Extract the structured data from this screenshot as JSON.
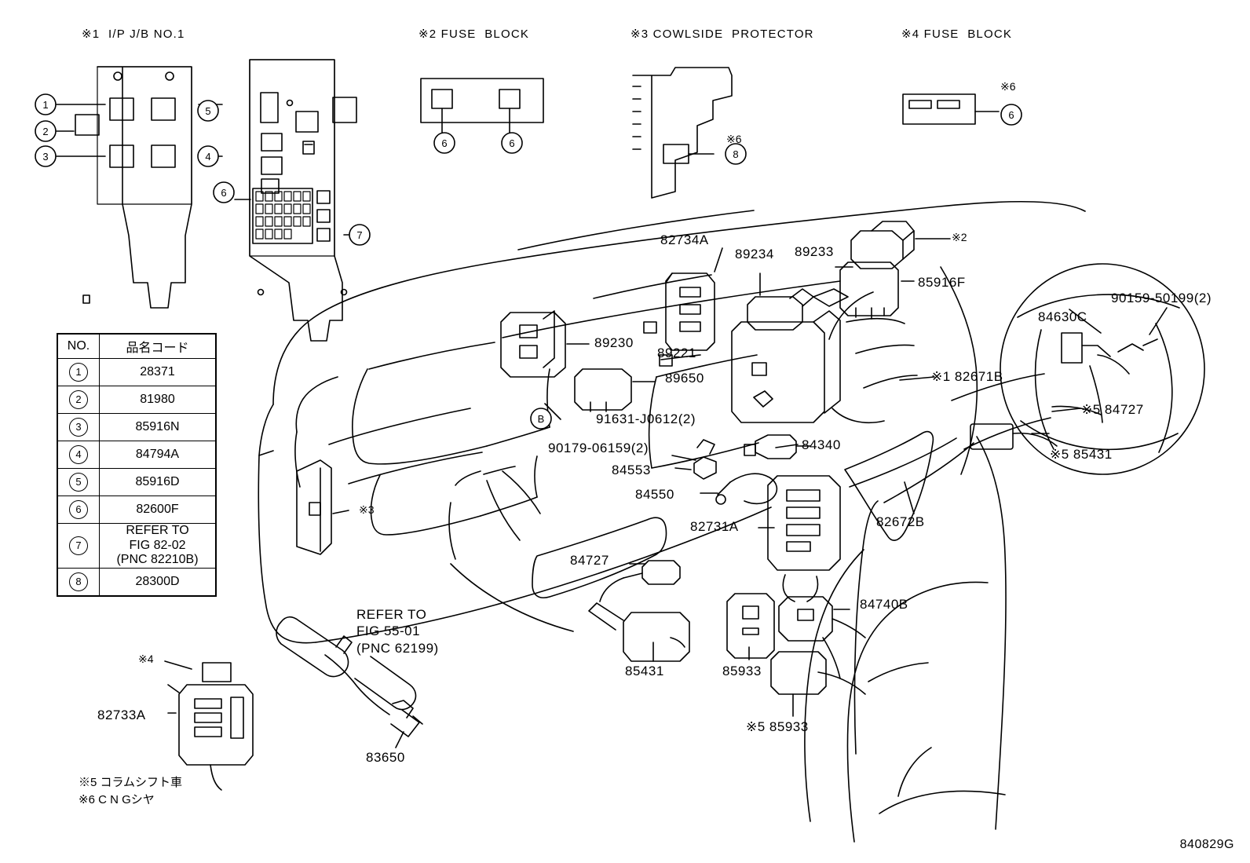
{
  "diagram": {
    "code": "840829G",
    "section_headers": [
      {
        "id": "h1",
        "text": "※1  I/P J/B NO.1"
      },
      {
        "id": "h2",
        "text": "※2 FUSE  BLOCK"
      },
      {
        "id": "h3",
        "text": "※3 COWLSIDE  PROTECTOR"
      },
      {
        "id": "h4",
        "text": "※4 FUSE  BLOCK"
      }
    ],
    "legend_table": {
      "header": [
        "NO.",
        "品名コード"
      ],
      "rows": [
        {
          "no": "1",
          "code": "28371"
        },
        {
          "no": "2",
          "code": "81980"
        },
        {
          "no": "3",
          "code": "85916N"
        },
        {
          "no": "4",
          "code": "84794A"
        },
        {
          "no": "5",
          "code": "85916D"
        },
        {
          "no": "6",
          "code": "82600F"
        },
        {
          "no": "7",
          "code": "REFER TO\nFIG 82-02\n(PNC 82210B)"
        },
        {
          "no": "8",
          "code": "28300D"
        }
      ]
    },
    "footnotes": [
      "※5 コラムシフト車",
      "※6 C N Gシヤ"
    ],
    "callout_balloons": [
      {
        "id": "b1",
        "text": "1"
      },
      {
        "id": "b2",
        "text": "2"
      },
      {
        "id": "b3",
        "text": "3"
      },
      {
        "id": "b4",
        "text": "4"
      },
      {
        "id": "b5",
        "text": "5"
      },
      {
        "id": "b6a",
        "text": "6"
      },
      {
        "id": "b6b",
        "text": "6"
      },
      {
        "id": "b6c",
        "text": "6"
      },
      {
        "id": "b6d",
        "text": "6"
      },
      {
        "id": "b7",
        "text": "7"
      },
      {
        "id": "b8",
        "text": "8"
      },
      {
        "id": "bB",
        "text": "B"
      }
    ],
    "part_labels": [
      {
        "id": "p82734A",
        "text": "82734A"
      },
      {
        "id": "p89234",
        "text": "89234"
      },
      {
        "id": "p89233",
        "text": "89233"
      },
      {
        "id": "p85916F",
        "text": "85916F"
      },
      {
        "id": "pref2",
        "text": "※2"
      },
      {
        "id": "p90159",
        "text": "90159-50199(2)"
      },
      {
        "id": "p84630C",
        "text": "84630C"
      },
      {
        "id": "p89230",
        "text": "89230"
      },
      {
        "id": "p89221",
        "text": "89221"
      },
      {
        "id": "p89650",
        "text": "89650"
      },
      {
        "id": "p82671B",
        "text": "※1 82671B"
      },
      {
        "id": "p84727b",
        "text": "※5 84727"
      },
      {
        "id": "p85431b",
        "text": "※5 85431"
      },
      {
        "id": "p91631",
        "text": "91631-J0612(2)"
      },
      {
        "id": "p90179",
        "text": "90179-06159(2)"
      },
      {
        "id": "p84340",
        "text": "84340"
      },
      {
        "id": "p84553",
        "text": "84553"
      },
      {
        "id": "p84550",
        "text": "84550"
      },
      {
        "id": "p82731A",
        "text": "82731A"
      },
      {
        "id": "p82672B",
        "text": "82672B"
      },
      {
        "id": "pref3",
        "text": "※3"
      },
      {
        "id": "p84727",
        "text": "84727"
      },
      {
        "id": "p84740B",
        "text": "84740B"
      },
      {
        "id": "p85431",
        "text": "85431"
      },
      {
        "id": "p85933",
        "text": "85933"
      },
      {
        "id": "p85933b",
        "text": "※5 85933"
      },
      {
        "id": "pref4",
        "text": "※4"
      },
      {
        "id": "p82733A",
        "text": "82733A"
      },
      {
        "id": "p83650",
        "text": "83650"
      },
      {
        "id": "pref6a",
        "text": "※6"
      },
      {
        "id": "pref6b",
        "text": "※6"
      },
      {
        "id": "prefer55",
        "text": "REFER TO\nFIG 55-01\n(PNC 62199)"
      }
    ]
  }
}
